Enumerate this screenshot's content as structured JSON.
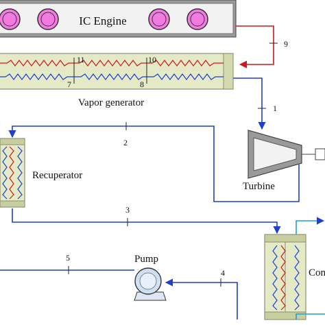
{
  "colors": {
    "hot_line": "#d01818",
    "cold_line": "#1f3fd0",
    "device_fill": "#e4e9c6",
    "device_stroke": "#8a8f74",
    "engine_fill": "#f2f2f2",
    "cylinder_fill": "#f27ae0",
    "accent_out": "#1aa1d8"
  },
  "components": {
    "engine": "IC Engine",
    "vapor_generator": "Vapor generator",
    "turbine": "Turbine",
    "recuperator": "Recuperator",
    "pump": "Pump",
    "condenser_partial": "Con"
  },
  "states": {
    "s1": "1",
    "s2": "2",
    "s3": "3",
    "s4": "4",
    "s5": "5",
    "s7": "7",
    "s8": "8",
    "s9": "9",
    "s10": "10",
    "s11": "11"
  }
}
